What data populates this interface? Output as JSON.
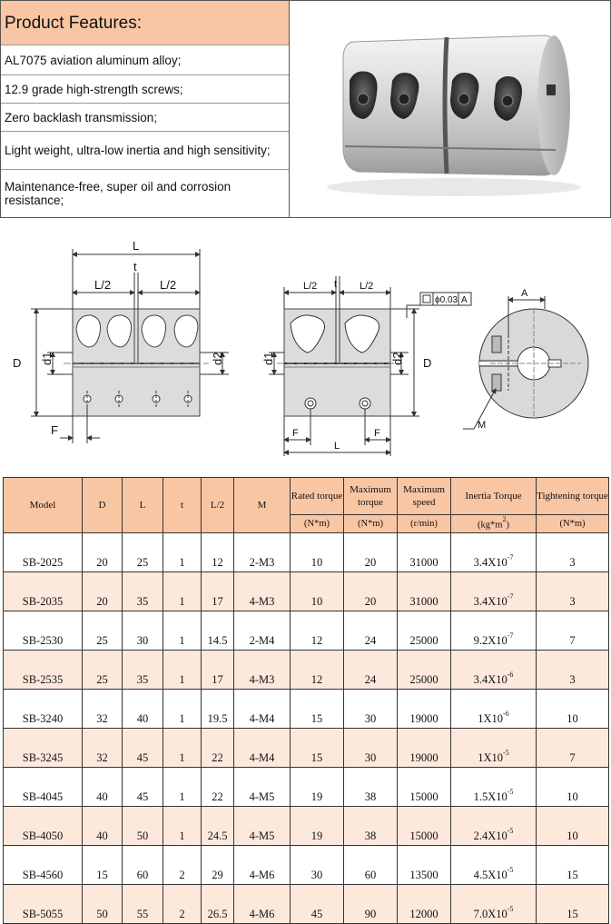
{
  "features": {
    "title": "Product Features:",
    "items": [
      "AL7075 aviation aluminum alloy;",
      "12.9 grade high-strength screws;",
      "Zero backlash transmission;",
      "Light weight, ultra-low inertia and high sensitivity;",
      "Maintenance-free, super oil and corrosion resistance;"
    ]
  },
  "drawing": {
    "left": {
      "L": "L",
      "t": "t",
      "half_left": "L/2",
      "half_right": "L/2",
      "D": "D",
      "d1": "d1",
      "d2": "d2",
      "F": "F"
    },
    "middle": {
      "half_left": "L/2",
      "t": "t",
      "half_right": "L/2",
      "tolerance": "ϕ0.03",
      "datum": "A",
      "d1": "d1",
      "d2": "d2",
      "D": "D",
      "F_left": "F",
      "L": "L",
      "F_right": "F"
    },
    "right": {
      "A": "A",
      "M": "M"
    }
  },
  "table": {
    "headers": [
      {
        "label": "Model",
        "unit": ""
      },
      {
        "label": "D",
        "unit": ""
      },
      {
        "label": "L",
        "unit": ""
      },
      {
        "label": "t",
        "unit": ""
      },
      {
        "label": "L/2",
        "unit": ""
      },
      {
        "label": "M",
        "unit": ""
      },
      {
        "label": "Rated torque",
        "unit": "(N*m)"
      },
      {
        "label": "Maximum torque",
        "unit": "(N*m)"
      },
      {
        "label": "Maximum speed",
        "unit": "(r/min)"
      },
      {
        "label": "Inertia Torque",
        "unit": "(kg*m",
        "unit_sup": "2",
        "unit_end": ")"
      },
      {
        "label": "Tightening torque",
        "unit": "(N*m)"
      }
    ],
    "rows": [
      {
        "model": "SB-2025",
        "D": "20",
        "L": "25",
        "t": "1",
        "half": "12",
        "M": "2-M3",
        "rated": "10",
        "max_torque": "20",
        "speed": "31000",
        "inertia_base": "3.4X10",
        "inertia_exp": "-7",
        "tightening": "3"
      },
      {
        "model": "SB-2035",
        "D": "20",
        "L": "35",
        "t": "1",
        "half": "17",
        "M": "4-M3",
        "rated": "10",
        "max_torque": "20",
        "speed": "31000",
        "inertia_base": "3.4X10",
        "inertia_exp": "-7",
        "tightening": "3"
      },
      {
        "model": "SB-2530",
        "D": "25",
        "L": "30",
        "t": "1",
        "half": "14.5",
        "M": "2-M4",
        "rated": "12",
        "max_torque": "24",
        "speed": "25000",
        "inertia_base": "9.2X10",
        "inertia_exp": "-7",
        "tightening": "7"
      },
      {
        "model": "SB-2535",
        "D": "25",
        "L": "35",
        "t": "1",
        "half": "17",
        "M": "4-M3",
        "rated": "12",
        "max_torque": "24",
        "speed": "25000",
        "inertia_base": "3.4X10",
        "inertia_exp": "-6",
        "tightening": "3"
      },
      {
        "model": "SB-3240",
        "D": "32",
        "L": "40",
        "t": "1",
        "half": "19.5",
        "M": "4-M4",
        "rated": "15",
        "max_torque": "30",
        "speed": "19000",
        "inertia_base": "1X10",
        "inertia_exp": "-6",
        "tightening": "10"
      },
      {
        "model": "SB-3245",
        "D": "32",
        "L": "45",
        "t": "1",
        "half": "22",
        "M": "4-M4",
        "rated": "15",
        "max_torque": "30",
        "speed": "19000",
        "inertia_base": "1X10",
        "inertia_exp": "-5",
        "tightening": "7"
      },
      {
        "model": "SB-4045",
        "D": "40",
        "L": "45",
        "t": "1",
        "half": "22",
        "M": "4-M5",
        "rated": "19",
        "max_torque": "38",
        "speed": "15000",
        "inertia_base": "1.5X10",
        "inertia_exp": "-5",
        "tightening": "10"
      },
      {
        "model": "SB-4050",
        "D": "40",
        "L": "50",
        "t": "1",
        "half": "24.5",
        "M": "4-M5",
        "rated": "19",
        "max_torque": "38",
        "speed": "15000",
        "inertia_base": "2.4X10",
        "inertia_exp": "-5",
        "tightening": "10"
      },
      {
        "model": "SB-4560",
        "D": "15",
        "L": "60",
        "t": "2",
        "half": "29",
        "M": "4-M6",
        "rated": "30",
        "max_torque": "60",
        "speed": "13500",
        "inertia_base": "4.5X10",
        "inertia_exp": "-5",
        "tightening": "15"
      },
      {
        "model": "SB-5055",
        "D": "50",
        "L": "55",
        "t": "2",
        "half": "26.5",
        "M": "4-M6",
        "rated": "45",
        "max_torque": "90",
        "speed": "12000",
        "inertia_base": "7.0X10",
        "inertia_exp": "-5",
        "tightening": "15"
      }
    ]
  },
  "colors": {
    "header_fill": "#f9c6a4",
    "alt_row_fill": "#fde9dc",
    "line": "#333333"
  }
}
